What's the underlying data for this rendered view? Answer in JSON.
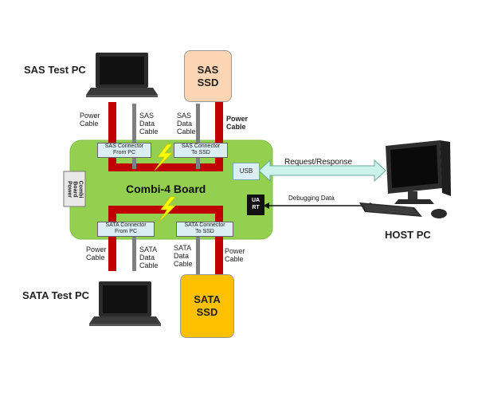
{
  "sas_test_pc": "SAS Test PC",
  "sata_test_pc": "SATA Test PC",
  "host_pc": "HOST PC",
  "sas_ssd": [
    "SAS",
    "SSD"
  ],
  "sata_ssd": [
    "SATA",
    "SSD"
  ],
  "board": "Combi-4 Board",
  "board_power": [
    "Combi",
    "Board",
    "Power"
  ],
  "sas_connector_from_pc": [
    "SAS Connector",
    "From PC"
  ],
  "sas_connector_to_ssd": [
    "SAS Connector",
    "To SSD"
  ],
  "sata_connector_from_pc": [
    "SATA Connector",
    "From PC"
  ],
  "sata_connector_to_ssd": [
    "SATA Connector",
    "To SSD"
  ],
  "usb": "USB",
  "uart": [
    "UA",
    "RT"
  ],
  "request_response": "Request/Response",
  "debugging_data": "Debugging Data",
  "sas_pc_power_cable": [
    "Power",
    "Cable"
  ],
  "sas_data_cable_pc": [
    "SAS",
    "Data",
    "Cable"
  ],
  "sas_data_cable_ssd": [
    "SAS",
    "Data",
    "Cable"
  ],
  "sas_ssd_power_cable": [
    "Power",
    "Cable"
  ],
  "sata_pc_power_cable": [
    "Power",
    "Cable"
  ],
  "sata_data_cable_pc": [
    "SATA",
    "Data",
    "Cable"
  ],
  "sata_data_cable_ssd": [
    "SATA",
    "Data",
    "Cable"
  ],
  "sata_ssd_power_cable": [
    "Power",
    "Cable"
  ],
  "colors": {
    "board_green": "#93d050",
    "ssd_sas": "#fcd5b5",
    "ssd_sata": "#ffc000",
    "cable_red": "#c00000",
    "connector_fill": "#dbeef4",
    "usb_fill": "#daeef3",
    "arrow_fill": "#ccf2ec"
  }
}
